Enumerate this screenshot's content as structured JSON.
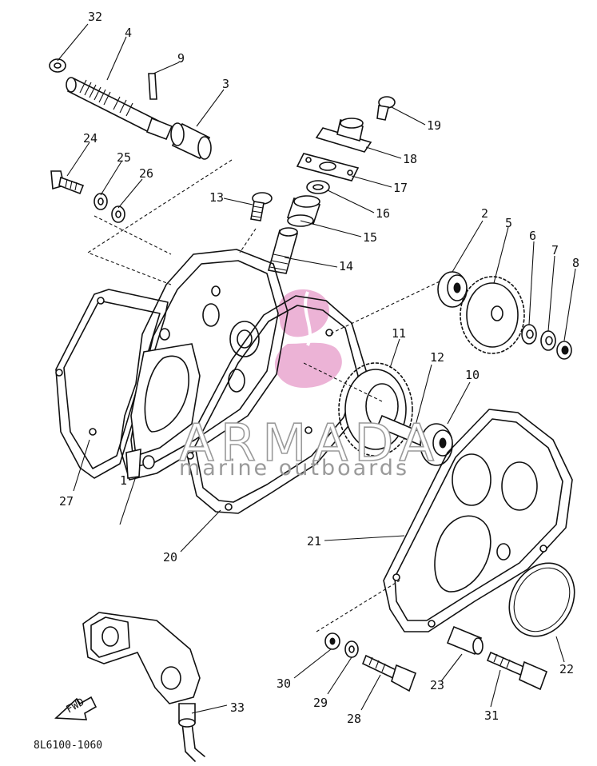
{
  "diagram": {
    "reference_code": "8L6100-1060",
    "direction_marker": "FWD",
    "part_labels": [
      "1",
      "2",
      "3",
      "4",
      "5",
      "6",
      "7",
      "8",
      "9",
      "10",
      "11",
      "12",
      "13",
      "14",
      "15",
      "16",
      "17",
      "18",
      "19",
      "20",
      "21",
      "22",
      "23",
      "24",
      "25",
      "26",
      "27",
      "28",
      "29",
      "30",
      "31",
      "32",
      "33"
    ]
  },
  "watermark": {
    "brand": "ARMADA",
    "tagline": "marine outboards",
    "logo_color": "#e9a6cf",
    "text_color": "#9a9a9a"
  }
}
